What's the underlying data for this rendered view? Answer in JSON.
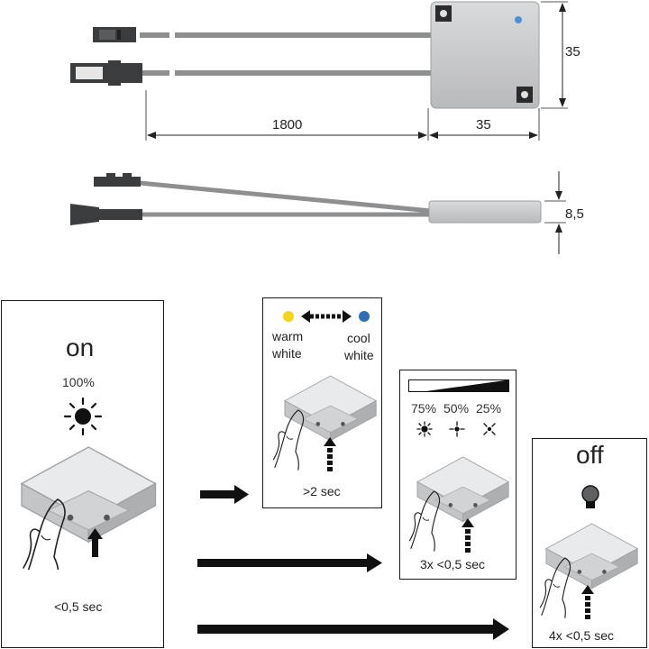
{
  "dimensions": {
    "cable_length": "1800",
    "box_width": "35",
    "box_height": "35",
    "thickness": "8,5"
  },
  "panels": {
    "on": {
      "state": "on",
      "level": "100%",
      "press": "<0,5 sec"
    },
    "color_temp": {
      "warm_line1": "warm",
      "warm_line2": "white",
      "cool_line1": "cool",
      "cool_line2": "white",
      "press": ">2 sec"
    },
    "dim": {
      "levels": [
        "75%",
        "50%",
        "25%"
      ],
      "press": "3x <0,5 sec"
    },
    "off": {
      "state": "off",
      "press": "4x <0,5 sec"
    }
  },
  "colors": {
    "warm_dot": "#f4d31b",
    "cool_dot": "#2f6fb5",
    "box_gray": "#c8c9cb",
    "cable_gray": "#8e8f91",
    "led_blue": "#4a90d9"
  },
  "icons": [
    "sun-icon",
    "bulb-icon",
    "hand-icon",
    "arrow-right-icon",
    "double-arrow-icon"
  ]
}
